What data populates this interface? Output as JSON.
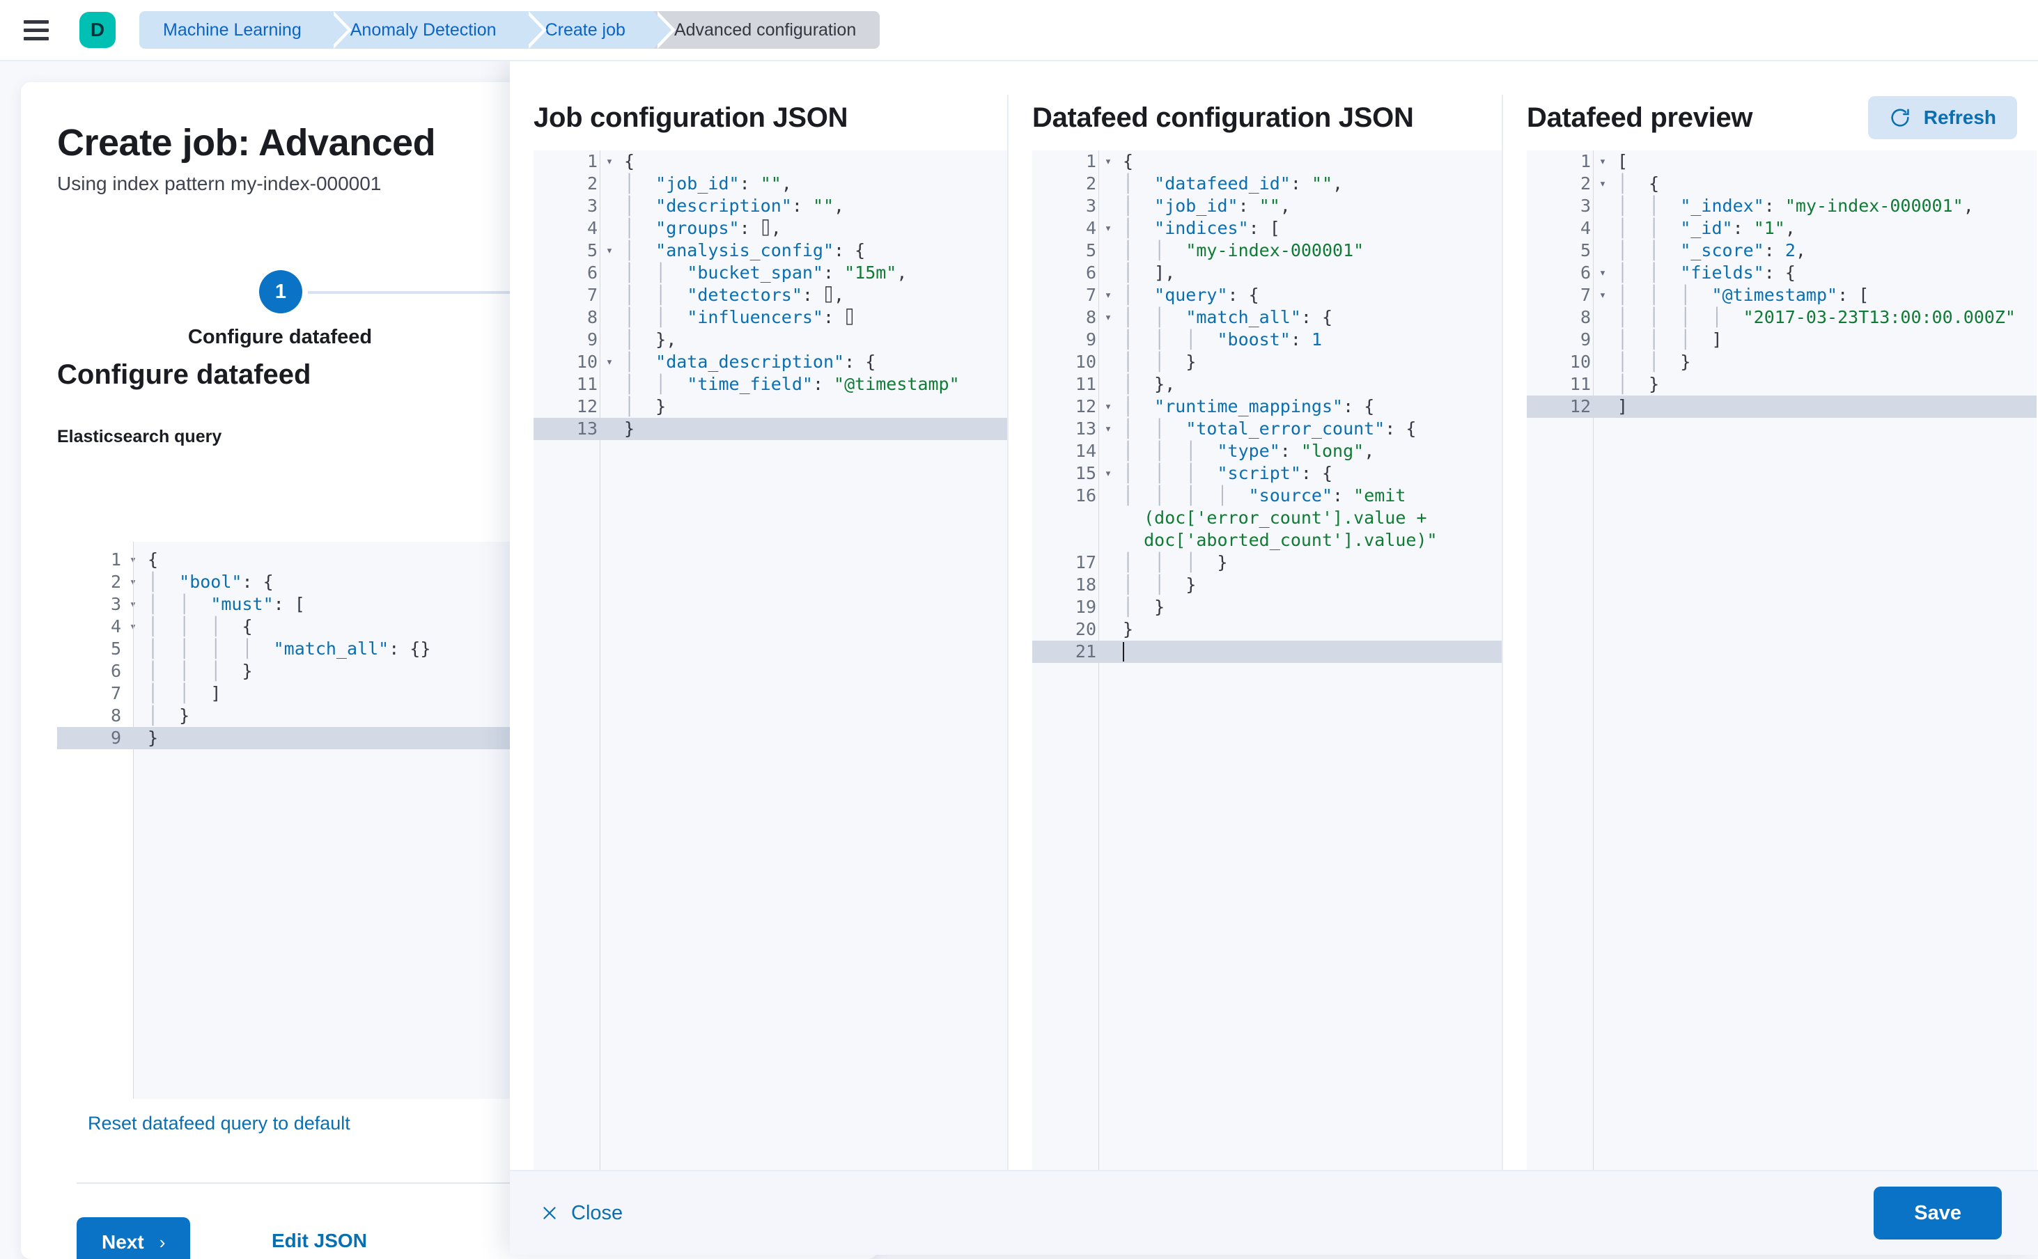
{
  "topbar": {
    "menu_icon": "hamburger-menu-icon",
    "avatar_letter": "D",
    "breadcrumbs": [
      {
        "label": "Machine Learning",
        "current": false
      },
      {
        "label": "Anomaly Detection",
        "current": false
      },
      {
        "label": "Create job",
        "current": false
      },
      {
        "label": "Advanced configuration",
        "current": true
      }
    ]
  },
  "page": {
    "title": "Create job: Advanced",
    "subtitle": "Using index pattern my-index-000001",
    "step_number": "1",
    "step_label": "Configure datafeed",
    "section_title": "Configure datafeed",
    "query_label": "Elasticsearch query",
    "reset_link": "Reset datafeed query to default",
    "next_button": "Next",
    "next_chevron": "›",
    "edit_json_link": "Edit JSON"
  },
  "es_query_editor": {
    "lines": [
      {
        "no": "1",
        "fold": true,
        "indent": 0,
        "tokens": [
          {
            "t": "{",
            "c": "p"
          }
        ]
      },
      {
        "no": "2",
        "fold": true,
        "indent": 1,
        "tokens": [
          {
            "t": "\"bool\"",
            "c": "k"
          },
          {
            "t": ": {",
            "c": "p"
          }
        ]
      },
      {
        "no": "3",
        "fold": true,
        "indent": 2,
        "tokens": [
          {
            "t": "\"must\"",
            "c": "k"
          },
          {
            "t": ": [",
            "c": "p"
          }
        ]
      },
      {
        "no": "4",
        "fold": true,
        "indent": 3,
        "tokens": [
          {
            "t": "{",
            "c": "p"
          }
        ]
      },
      {
        "no": "5",
        "fold": false,
        "indent": 4,
        "tokens": [
          {
            "t": "\"match_all\"",
            "c": "k"
          },
          {
            "t": ": {}",
            "c": "p"
          }
        ]
      },
      {
        "no": "6",
        "fold": false,
        "indent": 3,
        "tokens": [
          {
            "t": "}",
            "c": "p"
          }
        ]
      },
      {
        "no": "7",
        "fold": false,
        "indent": 2,
        "tokens": [
          {
            "t": "]",
            "c": "p"
          }
        ]
      },
      {
        "no": "8",
        "fold": false,
        "indent": 1,
        "tokens": [
          {
            "t": "}",
            "c": "p"
          }
        ]
      },
      {
        "no": "9",
        "fold": false,
        "indent": 0,
        "active": true,
        "tokens": [
          {
            "t": "}",
            "c": "p"
          }
        ]
      }
    ]
  },
  "flyout": {
    "columns": [
      {
        "title": "Job configuration JSON"
      },
      {
        "title": "Datafeed configuration JSON"
      },
      {
        "title": "Datafeed preview",
        "action": {
          "label": "Refresh",
          "icon": "refresh-icon"
        }
      }
    ],
    "footer": {
      "close_label": "Close",
      "close_icon": "close-x-icon",
      "save_label": "Save"
    }
  },
  "job_config_editor": {
    "lines": [
      {
        "no": "1",
        "fold": true,
        "indent": 0,
        "tokens": [
          {
            "t": "{",
            "c": "p"
          }
        ]
      },
      {
        "no": "2",
        "fold": false,
        "indent": 1,
        "tokens": [
          {
            "t": "\"job_id\"",
            "c": "k"
          },
          {
            "t": ": ",
            "c": "p"
          },
          {
            "t": "\"\"",
            "c": "s"
          },
          {
            "t": ",",
            "c": "p"
          }
        ]
      },
      {
        "no": "3",
        "fold": false,
        "indent": 1,
        "tokens": [
          {
            "t": "\"description\"",
            "c": "k"
          },
          {
            "t": ": ",
            "c": "p"
          },
          {
            "t": "\"\"",
            "c": "s"
          },
          {
            "t": ",",
            "c": "p"
          }
        ]
      },
      {
        "no": "4",
        "fold": false,
        "indent": 1,
        "tokens": [
          {
            "t": "\"groups\"",
            "c": "k"
          },
          {
            "t": ": ⌷,",
            "c": "p"
          }
        ]
      },
      {
        "no": "5",
        "fold": true,
        "indent": 1,
        "tokens": [
          {
            "t": "\"analysis_config\"",
            "c": "k"
          },
          {
            "t": ": {",
            "c": "p"
          }
        ]
      },
      {
        "no": "6",
        "fold": false,
        "indent": 2,
        "tokens": [
          {
            "t": "\"bucket_span\"",
            "c": "k"
          },
          {
            "t": ": ",
            "c": "p"
          },
          {
            "t": "\"15m\"",
            "c": "s"
          },
          {
            "t": ",",
            "c": "p"
          }
        ]
      },
      {
        "no": "7",
        "fold": false,
        "indent": 2,
        "tokens": [
          {
            "t": "\"detectors\"",
            "c": "k"
          },
          {
            "t": ": ⌷,",
            "c": "p"
          }
        ]
      },
      {
        "no": "8",
        "fold": false,
        "indent": 2,
        "tokens": [
          {
            "t": "\"influencers\"",
            "c": "k"
          },
          {
            "t": ": ⌷",
            "c": "p"
          }
        ]
      },
      {
        "no": "9",
        "fold": false,
        "indent": 1,
        "tokens": [
          {
            "t": "},",
            "c": "p"
          }
        ]
      },
      {
        "no": "10",
        "fold": true,
        "indent": 1,
        "tokens": [
          {
            "t": "\"data_description\"",
            "c": "k"
          },
          {
            "t": ": {",
            "c": "p"
          }
        ]
      },
      {
        "no": "11",
        "fold": false,
        "indent": 2,
        "tokens": [
          {
            "t": "\"time_field\"",
            "c": "k"
          },
          {
            "t": ": ",
            "c": "p"
          },
          {
            "t": "\"@timestamp\"",
            "c": "s"
          }
        ]
      },
      {
        "no": "12",
        "fold": false,
        "indent": 1,
        "tokens": [
          {
            "t": "}",
            "c": "p"
          }
        ]
      },
      {
        "no": "13",
        "fold": false,
        "indent": 0,
        "active": true,
        "tokens": [
          {
            "t": "}",
            "c": "p"
          }
        ]
      }
    ]
  },
  "datafeed_config_editor": {
    "lines": [
      {
        "no": "1",
        "fold": true,
        "indent": 0,
        "tokens": [
          {
            "t": "{",
            "c": "p"
          }
        ]
      },
      {
        "no": "2",
        "fold": false,
        "indent": 1,
        "tokens": [
          {
            "t": "\"datafeed_id\"",
            "c": "k"
          },
          {
            "t": ": ",
            "c": "p"
          },
          {
            "t": "\"\"",
            "c": "s"
          },
          {
            "t": ",",
            "c": "p"
          }
        ]
      },
      {
        "no": "3",
        "fold": false,
        "indent": 1,
        "tokens": [
          {
            "t": "\"job_id\"",
            "c": "k"
          },
          {
            "t": ": ",
            "c": "p"
          },
          {
            "t": "\"\"",
            "c": "s"
          },
          {
            "t": ",",
            "c": "p"
          }
        ]
      },
      {
        "no": "4",
        "fold": true,
        "indent": 1,
        "tokens": [
          {
            "t": "\"indices\"",
            "c": "k"
          },
          {
            "t": ": [",
            "c": "p"
          }
        ]
      },
      {
        "no": "5",
        "fold": false,
        "indent": 2,
        "tokens": [
          {
            "t": "\"my-index-000001\"",
            "c": "s"
          }
        ]
      },
      {
        "no": "6",
        "fold": false,
        "indent": 1,
        "tokens": [
          {
            "t": "],",
            "c": "p"
          }
        ]
      },
      {
        "no": "7",
        "fold": true,
        "indent": 1,
        "tokens": [
          {
            "t": "\"query\"",
            "c": "k"
          },
          {
            "t": ": {",
            "c": "p"
          }
        ]
      },
      {
        "no": "8",
        "fold": true,
        "indent": 2,
        "tokens": [
          {
            "t": "\"match_all\"",
            "c": "k"
          },
          {
            "t": ": {",
            "c": "p"
          }
        ]
      },
      {
        "no": "9",
        "fold": false,
        "indent": 3,
        "tokens": [
          {
            "t": "\"boost\"",
            "c": "k"
          },
          {
            "t": ": ",
            "c": "p"
          },
          {
            "t": "1",
            "c": "n"
          }
        ]
      },
      {
        "no": "10",
        "fold": false,
        "indent": 2,
        "tokens": [
          {
            "t": "}",
            "c": "p"
          }
        ]
      },
      {
        "no": "11",
        "fold": false,
        "indent": 1,
        "tokens": [
          {
            "t": "},",
            "c": "p"
          }
        ]
      },
      {
        "no": "12",
        "fold": true,
        "indent": 1,
        "tokens": [
          {
            "t": "\"runtime_mappings\"",
            "c": "k"
          },
          {
            "t": ": {",
            "c": "p"
          }
        ]
      },
      {
        "no": "13",
        "fold": true,
        "indent": 2,
        "tokens": [
          {
            "t": "\"total_error_count\"",
            "c": "k"
          },
          {
            "t": ": {",
            "c": "p"
          }
        ]
      },
      {
        "no": "14",
        "fold": false,
        "indent": 3,
        "tokens": [
          {
            "t": "\"type\"",
            "c": "k"
          },
          {
            "t": ": ",
            "c": "p"
          },
          {
            "t": "\"long\"",
            "c": "s"
          },
          {
            "t": ",",
            "c": "p"
          }
        ]
      },
      {
        "no": "15",
        "fold": true,
        "indent": 3,
        "tokens": [
          {
            "t": "\"script\"",
            "c": "k"
          },
          {
            "t": ": {",
            "c": "p"
          }
        ]
      },
      {
        "no": "16",
        "fold": false,
        "indent": 4,
        "wrap": true,
        "tokens": [
          {
            "t": "\"source\"",
            "c": "k"
          },
          {
            "t": ": ",
            "c": "p"
          },
          {
            "t": "\"emit\n  (doc['error_count'].value +\n  doc['aborted_count'].value)\"",
            "c": "s"
          }
        ]
      },
      {
        "no": "17",
        "fold": false,
        "indent": 3,
        "tokens": [
          {
            "t": "}",
            "c": "p"
          }
        ]
      },
      {
        "no": "18",
        "fold": false,
        "indent": 2,
        "tokens": [
          {
            "t": "}",
            "c": "p"
          }
        ]
      },
      {
        "no": "19",
        "fold": false,
        "indent": 1,
        "tokens": [
          {
            "t": "}",
            "c": "p"
          }
        ]
      },
      {
        "no": "20",
        "fold": false,
        "indent": 0,
        "tokens": [
          {
            "t": "}",
            "c": "p"
          }
        ]
      },
      {
        "no": "21",
        "fold": false,
        "indent": 0,
        "active": true,
        "caret": true,
        "tokens": []
      }
    ]
  },
  "datafeed_preview_editor": {
    "lines": [
      {
        "no": "1",
        "fold": true,
        "indent": 0,
        "tokens": [
          {
            "t": "[",
            "c": "p"
          }
        ]
      },
      {
        "no": "2",
        "fold": true,
        "indent": 1,
        "tokens": [
          {
            "t": "{",
            "c": "p"
          }
        ]
      },
      {
        "no": "3",
        "fold": false,
        "indent": 2,
        "tokens": [
          {
            "t": "\"_index\"",
            "c": "k"
          },
          {
            "t": ": ",
            "c": "p"
          },
          {
            "t": "\"my-index-000001\"",
            "c": "s"
          },
          {
            "t": ",",
            "c": "p"
          }
        ]
      },
      {
        "no": "4",
        "fold": false,
        "indent": 2,
        "tokens": [
          {
            "t": "\"_id\"",
            "c": "k"
          },
          {
            "t": ": ",
            "c": "p"
          },
          {
            "t": "\"1\"",
            "c": "s"
          },
          {
            "t": ",",
            "c": "p"
          }
        ]
      },
      {
        "no": "5",
        "fold": false,
        "indent": 2,
        "tokens": [
          {
            "t": "\"_score\"",
            "c": "k"
          },
          {
            "t": ": ",
            "c": "p"
          },
          {
            "t": "2",
            "c": "n"
          },
          {
            "t": ",",
            "c": "p"
          }
        ]
      },
      {
        "no": "6",
        "fold": true,
        "indent": 2,
        "tokens": [
          {
            "t": "\"fields\"",
            "c": "k"
          },
          {
            "t": ": {",
            "c": "p"
          }
        ]
      },
      {
        "no": "7",
        "fold": true,
        "indent": 3,
        "tokens": [
          {
            "t": "\"@timestamp\"",
            "c": "k"
          },
          {
            "t": ": [",
            "c": "p"
          }
        ]
      },
      {
        "no": "8",
        "fold": false,
        "indent": 4,
        "tokens": [
          {
            "t": "\"2017-03-23T13:00:00.000Z\"",
            "c": "s"
          }
        ]
      },
      {
        "no": "9",
        "fold": false,
        "indent": 3,
        "tokens": [
          {
            "t": "]",
            "c": "p"
          }
        ]
      },
      {
        "no": "10",
        "fold": false,
        "indent": 2,
        "tokens": [
          {
            "t": "}",
            "c": "p"
          }
        ]
      },
      {
        "no": "11",
        "fold": false,
        "indent": 1,
        "tokens": [
          {
            "t": "}",
            "c": "p"
          }
        ]
      },
      {
        "no": "12",
        "fold": false,
        "indent": 0,
        "active": true,
        "tokens": [
          {
            "t": "]",
            "c": "p"
          }
        ]
      }
    ]
  },
  "colors": {
    "accent_blue": "#0a73c6",
    "link_blue": "#0a6fb1",
    "avatar_teal": "#00bfb3",
    "breadcrumb_bg": "#cfe3f7",
    "breadcrumb_current_bg": "#d3d6dd",
    "editor_bg": "#f7f8fc",
    "editor_active_line": "#d3dae6",
    "string_green": "#0f7b35",
    "key_blue": "#0a6fb1"
  }
}
